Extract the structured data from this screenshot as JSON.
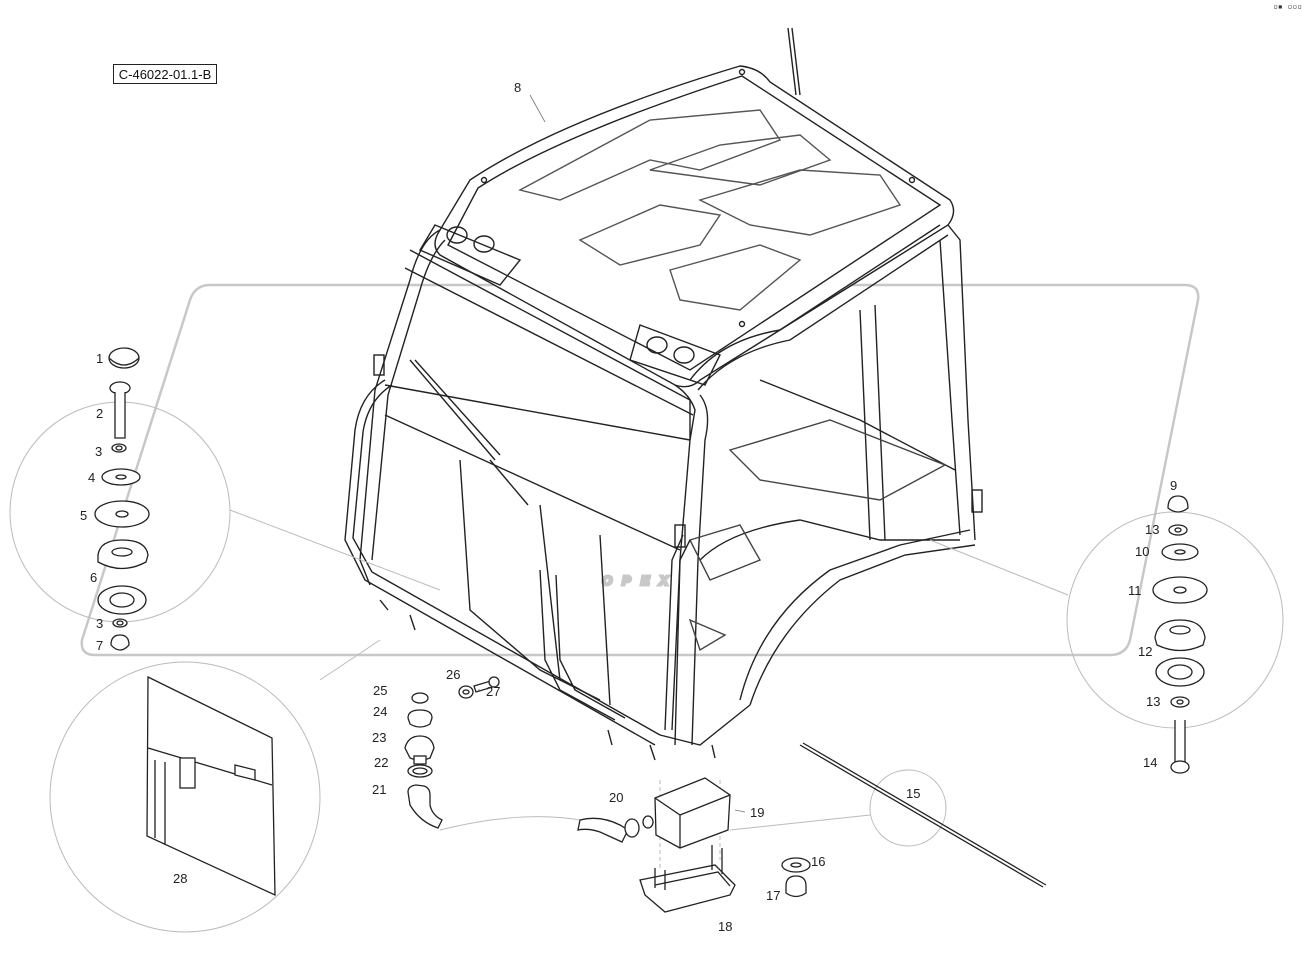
{
  "drawing": {
    "reference": "C-46022-01.1-B",
    "corner_mark": "▫▪ ▫▫▫",
    "watermark": "OPEX"
  },
  "callouts": [
    {
      "id": "c1",
      "text": "1"
    },
    {
      "id": "c2",
      "text": "2"
    },
    {
      "id": "c3a",
      "text": "3"
    },
    {
      "id": "c4",
      "text": "4"
    },
    {
      "id": "c5",
      "text": "5"
    },
    {
      "id": "c6",
      "text": "6"
    },
    {
      "id": "c3b",
      "text": "3"
    },
    {
      "id": "c7",
      "text": "7"
    },
    {
      "id": "c8",
      "text": "8"
    },
    {
      "id": "c9",
      "text": "9"
    },
    {
      "id": "c13a",
      "text": "13"
    },
    {
      "id": "c10",
      "text": "10"
    },
    {
      "id": "c11",
      "text": "11"
    },
    {
      "id": "c12",
      "text": "12"
    },
    {
      "id": "c13b",
      "text": "13"
    },
    {
      "id": "c14",
      "text": "14"
    },
    {
      "id": "c15",
      "text": "15"
    },
    {
      "id": "c16",
      "text": "16"
    },
    {
      "id": "c17",
      "text": "17"
    },
    {
      "id": "c18",
      "text": "18"
    },
    {
      "id": "c19",
      "text": "19"
    },
    {
      "id": "c20",
      "text": "20"
    },
    {
      "id": "c21",
      "text": "21"
    },
    {
      "id": "c22",
      "text": "22"
    },
    {
      "id": "c23",
      "text": "23"
    },
    {
      "id": "c24",
      "text": "24"
    },
    {
      "id": "c25",
      "text": "25"
    },
    {
      "id": "c26",
      "text": "26"
    },
    {
      "id": "c27",
      "text": "27"
    },
    {
      "id": "c28",
      "text": "28"
    }
  ],
  "colors": {
    "line": "#222222",
    "light_line": "#9a9a9a",
    "watermark": "#c8c8c8",
    "fill": "#ffffff"
  }
}
